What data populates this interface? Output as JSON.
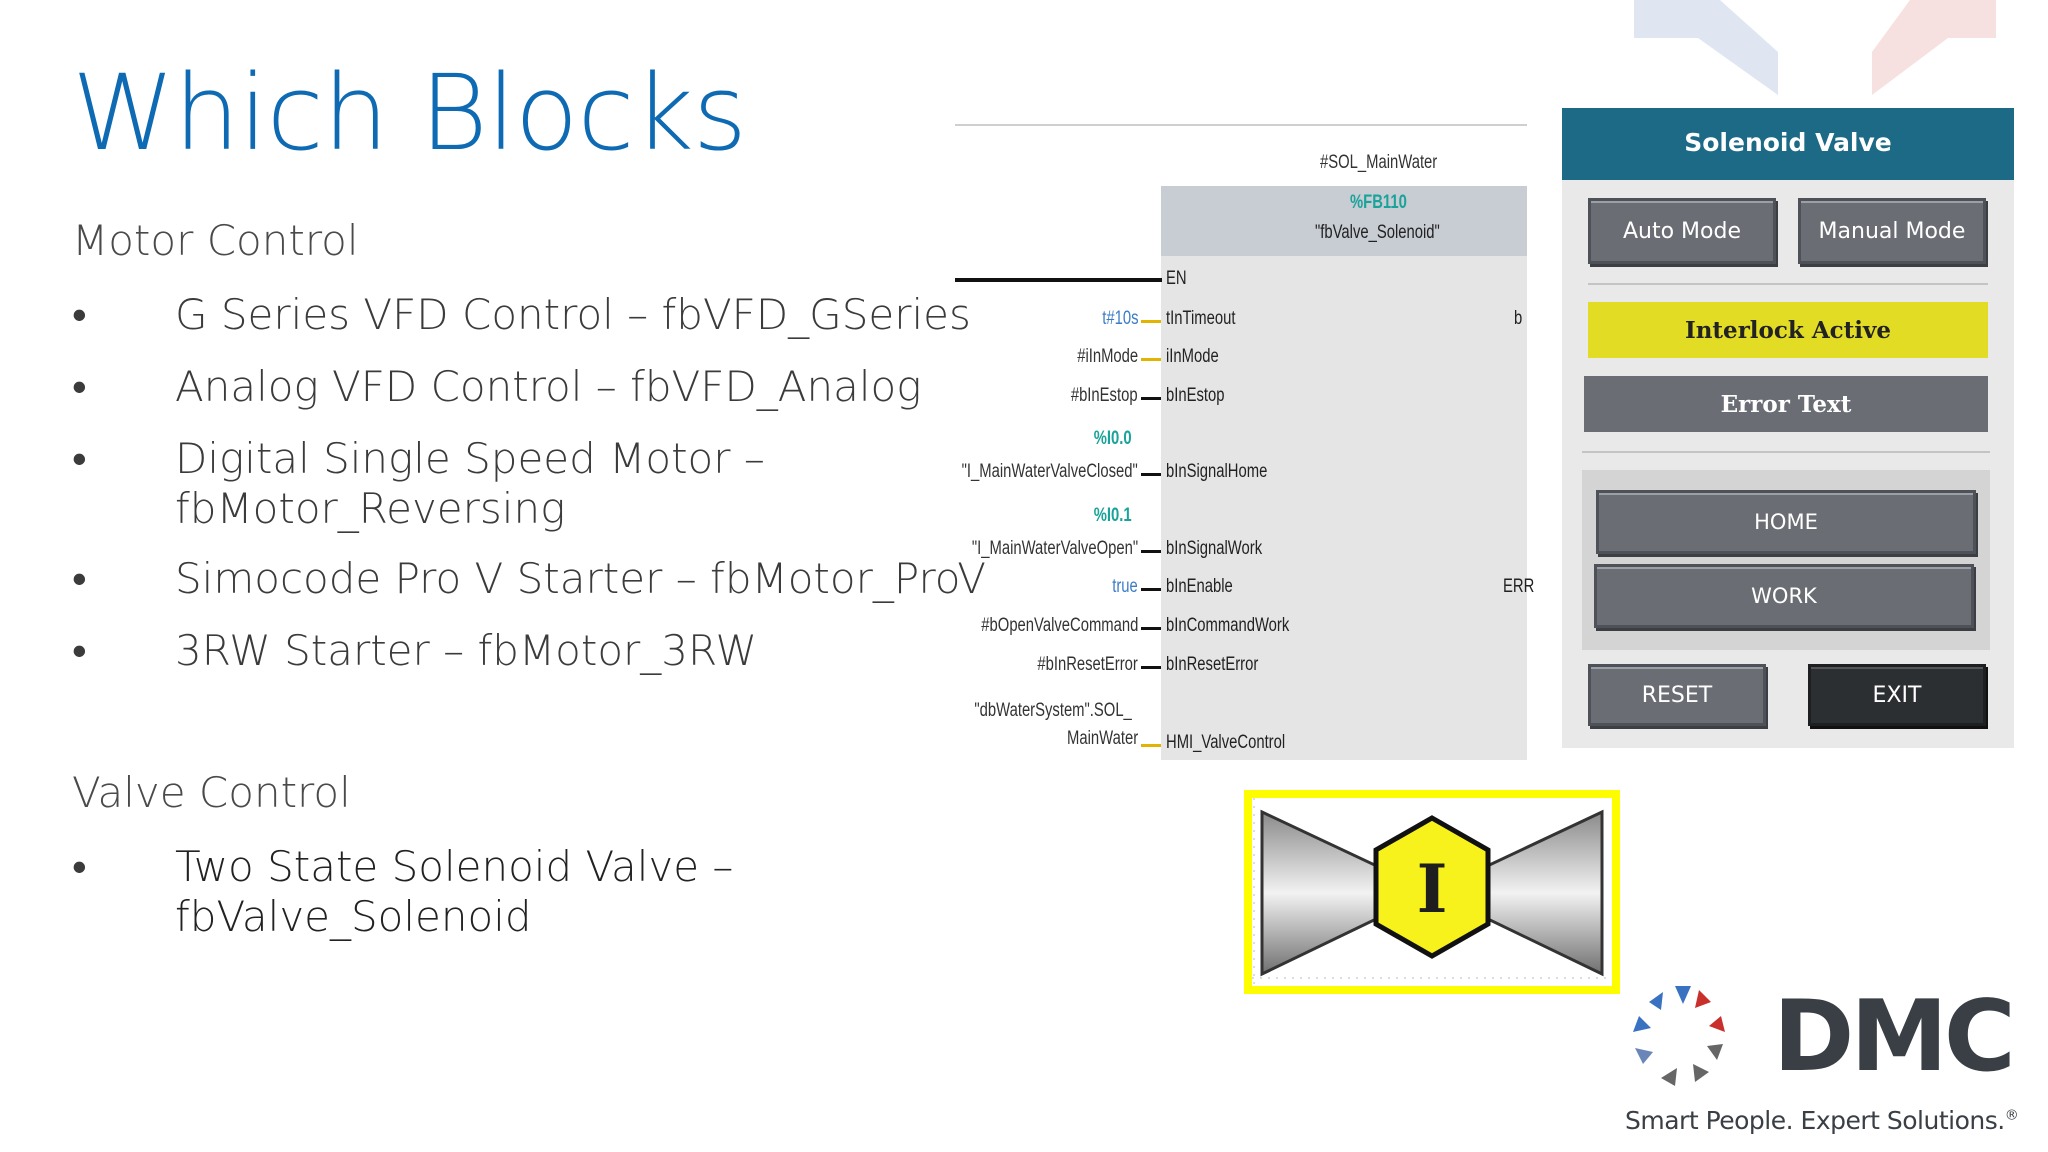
{
  "slide": {
    "title": "Which Blocks",
    "motor_section": "Motor Control",
    "motor_items": [
      "G Series VFD Control – fbVFD_GSeries",
      "Analog VFD Control – fbVFD_Analog",
      "Digital Single Speed Motor –",
      "fbMotor_Reversing",
      "Simocode Pro V Starter – fbMotor_ProV",
      "3RW Starter – fbMotor_3RW"
    ],
    "valve_section": "Valve Control",
    "valve_items": [
      "Two State Solenoid Valve –",
      "fbValve_Solenoid"
    ],
    "bullet_char": "•"
  },
  "fb_block": {
    "instance": "#SOL_MainWater",
    "number": "%FB110",
    "name": "\"fbValve_Solenoid\"",
    "pins": [
      "EN",
      "tInTimeout",
      "iInMode",
      "bInEstop",
      "bInSignalHome",
      "bInSignalWork",
      "bInEnable",
      "bInCommandWork",
      "bInResetError",
      "HMI_ValveControl"
    ],
    "args": {
      "timeout": "t#10s",
      "mode": "#iInMode",
      "estop": "#bInEstop",
      "home_addr": "%I0.0",
      "home_tag": "\"I_MainWaterValveClosed\"",
      "work_addr": "%I0.1",
      "work_tag": "\"I_MainWaterValveOpen\"",
      "enable": "true",
      "command": "#bOpenValveCommand",
      "reset": "#bInResetError",
      "hmi_1": "\"dbWaterSystem\".SOL_",
      "hmi_2": "MainWater"
    },
    "out_b": "b",
    "out_err": "ERR"
  },
  "hmi": {
    "title": "Solenoid Valve",
    "auto_mode": "Auto Mode",
    "manual_mode": "Manual Mode",
    "interlock": "Interlock Active",
    "error": "Error Text",
    "home": "HOME",
    "work": "WORK",
    "reset": "RESET",
    "exit": "EXIT",
    "colors": {
      "bar": "#1d6a87",
      "interlock": "#e3dc24",
      "error": "#6a6e74"
    }
  },
  "valve_icon": {
    "label": "I",
    "color": "#f7f21c"
  },
  "logo": {
    "word": "DMC",
    "tagline": "Smart People. Expert Solutions.",
    "mark": "®"
  }
}
